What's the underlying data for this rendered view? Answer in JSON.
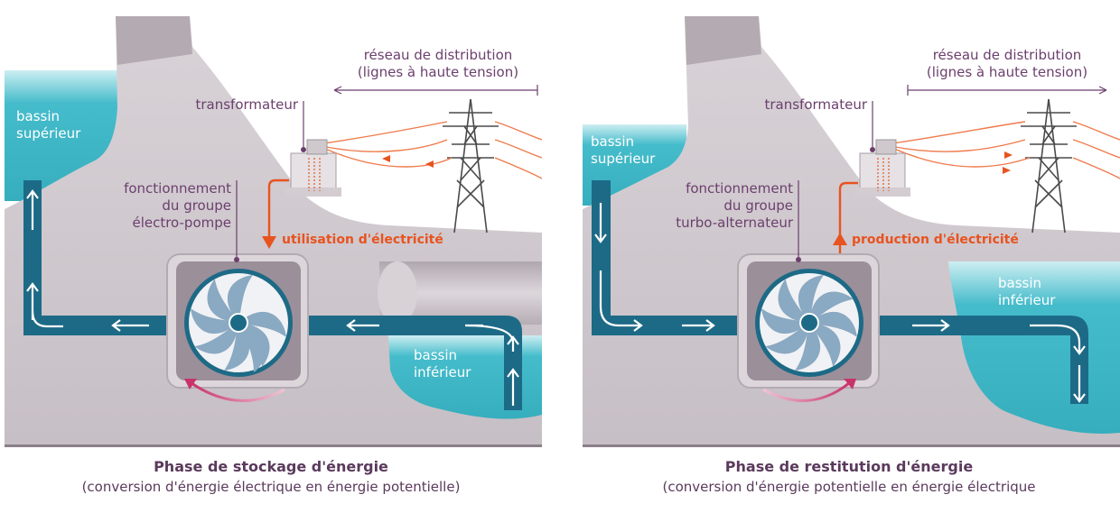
{
  "left": {
    "network": "réseau de distribution",
    "network_sub": "(lignes à haute tension)",
    "transformer": "transformateur",
    "upper_basin": "bassin",
    "upper_basin_2": "supérieur",
    "mode_l1": "fonctionnement",
    "mode_l2": "du groupe",
    "mode_l3": "électro-pompe",
    "electricity": "utilisation d'électricité",
    "lower_basin": "bassin",
    "lower_basin_2": "inférieur",
    "title": "Phase de stockage d'énergie",
    "subtitle": "(conversion d'énergie électrique en énergie potentielle)"
  },
  "right": {
    "network": "réseau de distribution",
    "network_sub": "(lignes à haute tension)",
    "transformer": "transformateur",
    "upper_basin": "bassin",
    "upper_basin_2": "supérieur",
    "mode_l1": "fonctionnement",
    "mode_l2": "du groupe",
    "mode_l3": "turbo-alternateur",
    "electricity": "production d'électricité",
    "lower_basin": "bassin",
    "lower_basin_2": "inférieur",
    "title": "Phase de restitution d'énergie",
    "subtitle": "(conversion d'énergie potentielle en énergie électrique"
  },
  "colors": {
    "water": "#3fb8c6",
    "pipe": "#1d6a86",
    "rock": "#cbc4ca",
    "rock_dark": "#a79ea6",
    "label": "#6b3f6d",
    "power": "#e8531f",
    "rotation": "#c8336a"
  }
}
